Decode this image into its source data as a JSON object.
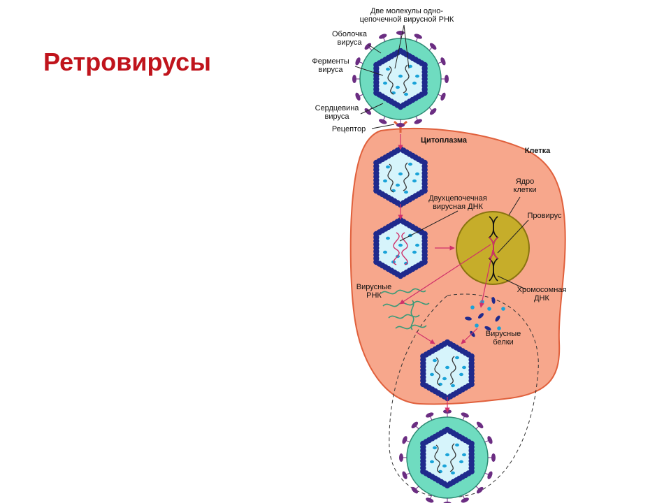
{
  "title": "Ретровирусы",
  "labels": {
    "rna_molecules_1": "Две молекулы одно-",
    "rna_molecules_2": "цепочечной вирусной РНК",
    "envelope_1": "Оболочка",
    "envelope_2": "вируса",
    "enzymes_1": "Ферменты",
    "enzymes_2": "вируса",
    "core_1": "Сердцевина",
    "core_2": "вируса",
    "receptor": "Рецептор",
    "cytoplasm": "Цитоплазма",
    "cell": "Клетка",
    "nucleus_1": "Ядро",
    "nucleus_2": "клетки",
    "dsdna_1": "Двухцепочечная",
    "dsdna_2": "вирусная ДНК",
    "provirus": "Провирус",
    "viral_rna_1": "Вирусные",
    "viral_rna_2": "РНК",
    "chromosomal_1": "Хромосомная",
    "chromosomal_2": "ДНК",
    "viral_proteins_1": "Вирусные",
    "viral_proteins_2": "белки"
  },
  "colors": {
    "title": "#c0141c",
    "cell": "#f7a78c",
    "nucleus": "#c6ad2a",
    "envelope": "#6fdcc0",
    "capsid_bead": "#1f2a8c",
    "capsid_fill": "#d6f4fb",
    "spike": "#6b2d82",
    "arrow": "#d0306a"
  }
}
